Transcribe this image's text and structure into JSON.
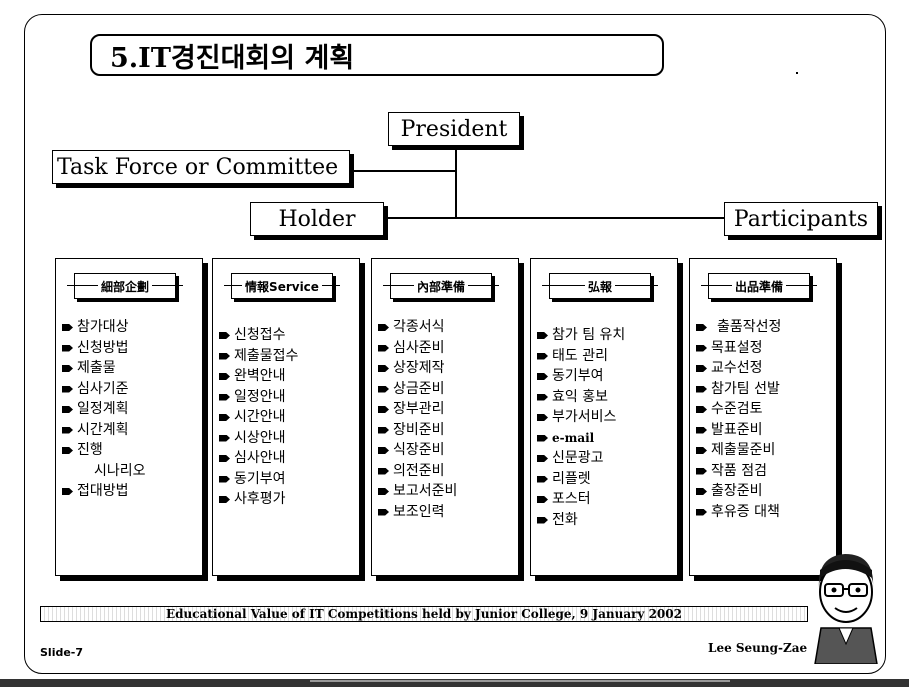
{
  "slide": {
    "title": "5.IT경진대회의 계획",
    "number_label": "Slide-7",
    "author": "Lee Seung-Zae",
    "footer_text": "Educational Value of IT Competitions held by Junior College, 9 January 2002"
  },
  "org": {
    "president": "President",
    "task_force": "Task Force or Committee",
    "holder": "Holder",
    "participants": "Participants"
  },
  "columns": [
    {
      "header": "細部企劃",
      "items": [
        "참가대상",
        "신청방법",
        "제출물",
        "심사기준",
        "일정계획",
        "시간계획",
        "진행",
        "  시나리오",
        "접대방법"
      ]
    },
    {
      "header": "情報Service",
      "items": [
        "신청접수",
        "제출물접수",
        "완벽안내",
        "일정안내",
        "시간안내",
        "시상안내",
        "심사안내",
        "동기부여",
        "사후평가"
      ]
    },
    {
      "header": "內部準備",
      "items": [
        "각종서식",
        "심사준비",
        "상장제작",
        "상금준비",
        "장부관리",
        "장비준비",
        "식장준비",
        "의전준비",
        "보고서준비",
        "보조인력"
      ]
    },
    {
      "header": "弘報",
      "items": [
        "참가 팀 유치",
        "태도 관리",
        "동기부여",
        "효익 홍보",
        "부가서비스",
        "e-mail",
        "신문광고",
        "리플렛",
        "포스터",
        "전화"
      ]
    },
    {
      "header": "出品準備",
      "items": [
        "출품작선정",
        "목표설정",
        "교수선정",
        "참가팀 선발",
        "수준검토",
        "발표준비",
        "제출물준비",
        "작품 점검",
        "출장준비",
        "후유증 대책"
      ]
    }
  ]
}
